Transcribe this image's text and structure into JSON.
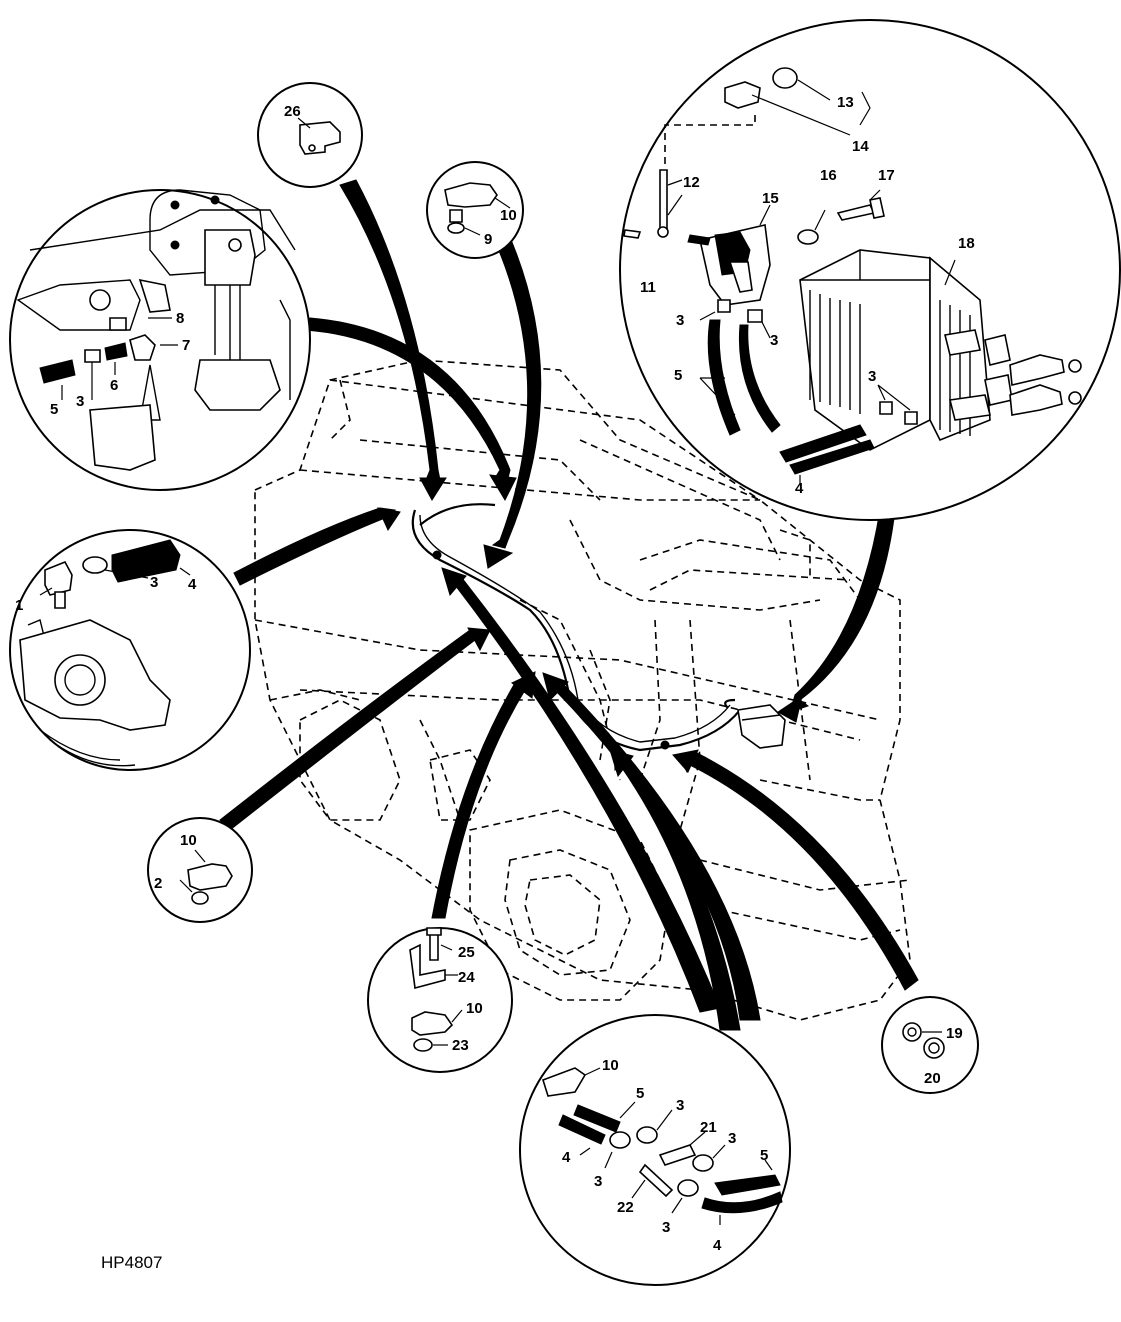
{
  "figure_id": "HP4807",
  "callouts": {
    "top_clamp": [
      "26"
    ],
    "small_top": [
      "10",
      "9"
    ],
    "left_engine": [
      "8",
      "7",
      "6",
      "5",
      "3"
    ],
    "left_fitting": [
      "1",
      "3",
      "4"
    ],
    "heater": [
      "13",
      "14",
      "12",
      "15",
      "16",
      "17",
      "18",
      "11",
      "3",
      "3",
      "5",
      "3",
      "4"
    ],
    "clip_nut": [
      "10",
      "2"
    ],
    "bracket": [
      "25",
      "24",
      "10",
      "23"
    ],
    "grommet": [
      "19",
      "20"
    ],
    "hose_parts": [
      "10",
      "5",
      "3",
      "4",
      "21",
      "3",
      "3",
      "22",
      "3",
      "5",
      "4"
    ]
  }
}
